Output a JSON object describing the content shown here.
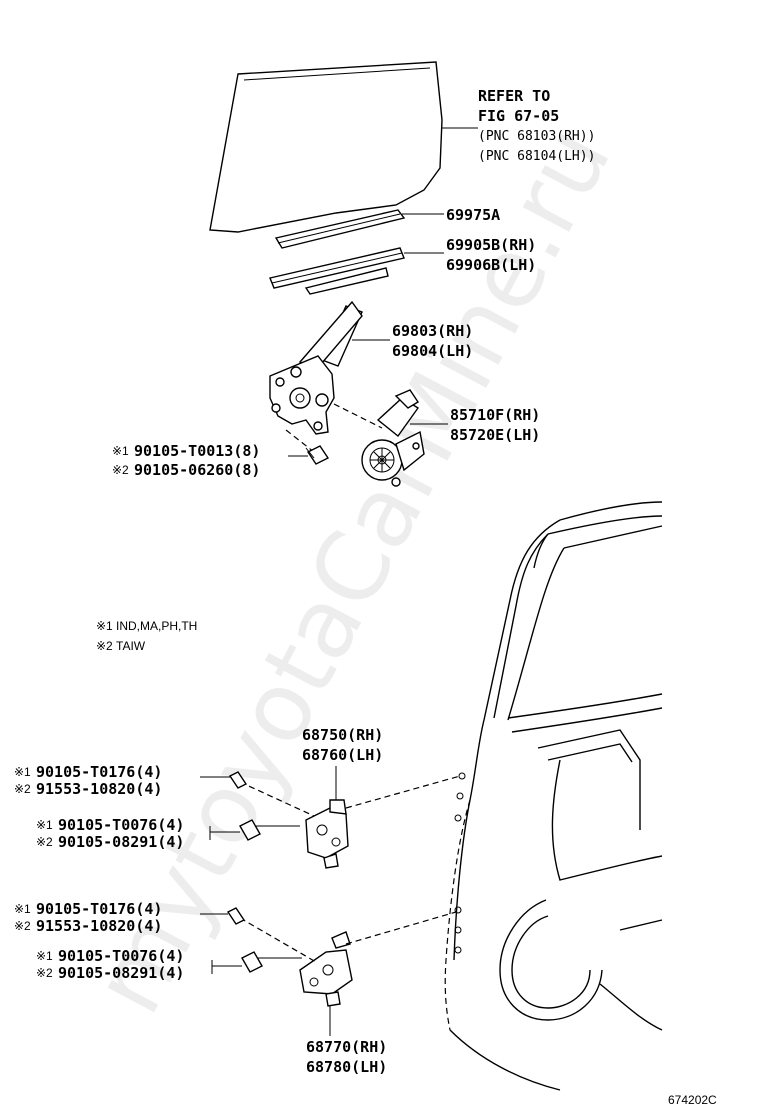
{
  "watermark": "mytoyotaCarMine.ru",
  "reference": {
    "line1": "REFER TO",
    "line2": "FIG 67-05",
    "line3": "(PNC 68103(RH))",
    "line4": "(PNC 68104(LH))"
  },
  "parts": {
    "p69975": "69975A",
    "p69905": "69905B(RH)",
    "p69906": "69906B(LH)",
    "p69803": "69803(RH)",
    "p69804": "69804(LH)",
    "p85710": "85710F(RH)",
    "p85720": "85720E(LH)",
    "p68750": "68750(RH)",
    "p68760": "68760(LH)",
    "p68770": "68770(RH)",
    "p68780": "68780(LH)"
  },
  "bolts": {
    "b1_mark": "※1",
    "b1": "90105-T0013(8)",
    "b2_mark": "※2",
    "b2": "90105-06260(8)",
    "upper_a1_mark": "※1",
    "upper_a1": "90105-T0176(4)",
    "upper_a2_mark": "※2",
    "upper_a2": "91553-10820(4)",
    "upper_b1_mark": "※1",
    "upper_b1": "90105-T0076(4)",
    "upper_b2_mark": "※2",
    "upper_b2": "90105-08291(4)",
    "lower_a1_mark": "※1",
    "lower_a1": "90105-T0176(4)",
    "lower_a2_mark": "※2",
    "lower_a2": "91553-10820(4)",
    "lower_b1_mark": "※1",
    "lower_b1": "90105-T0076(4)",
    "lower_b2_mark": "※2",
    "lower_b2": "90105-08291(4)"
  },
  "notes": {
    "n1_mark": "※1",
    "n1": "IND,MA,PH,TH",
    "n2_mark": "※2",
    "n2": "TAIW"
  },
  "figure_code": "674202C"
}
